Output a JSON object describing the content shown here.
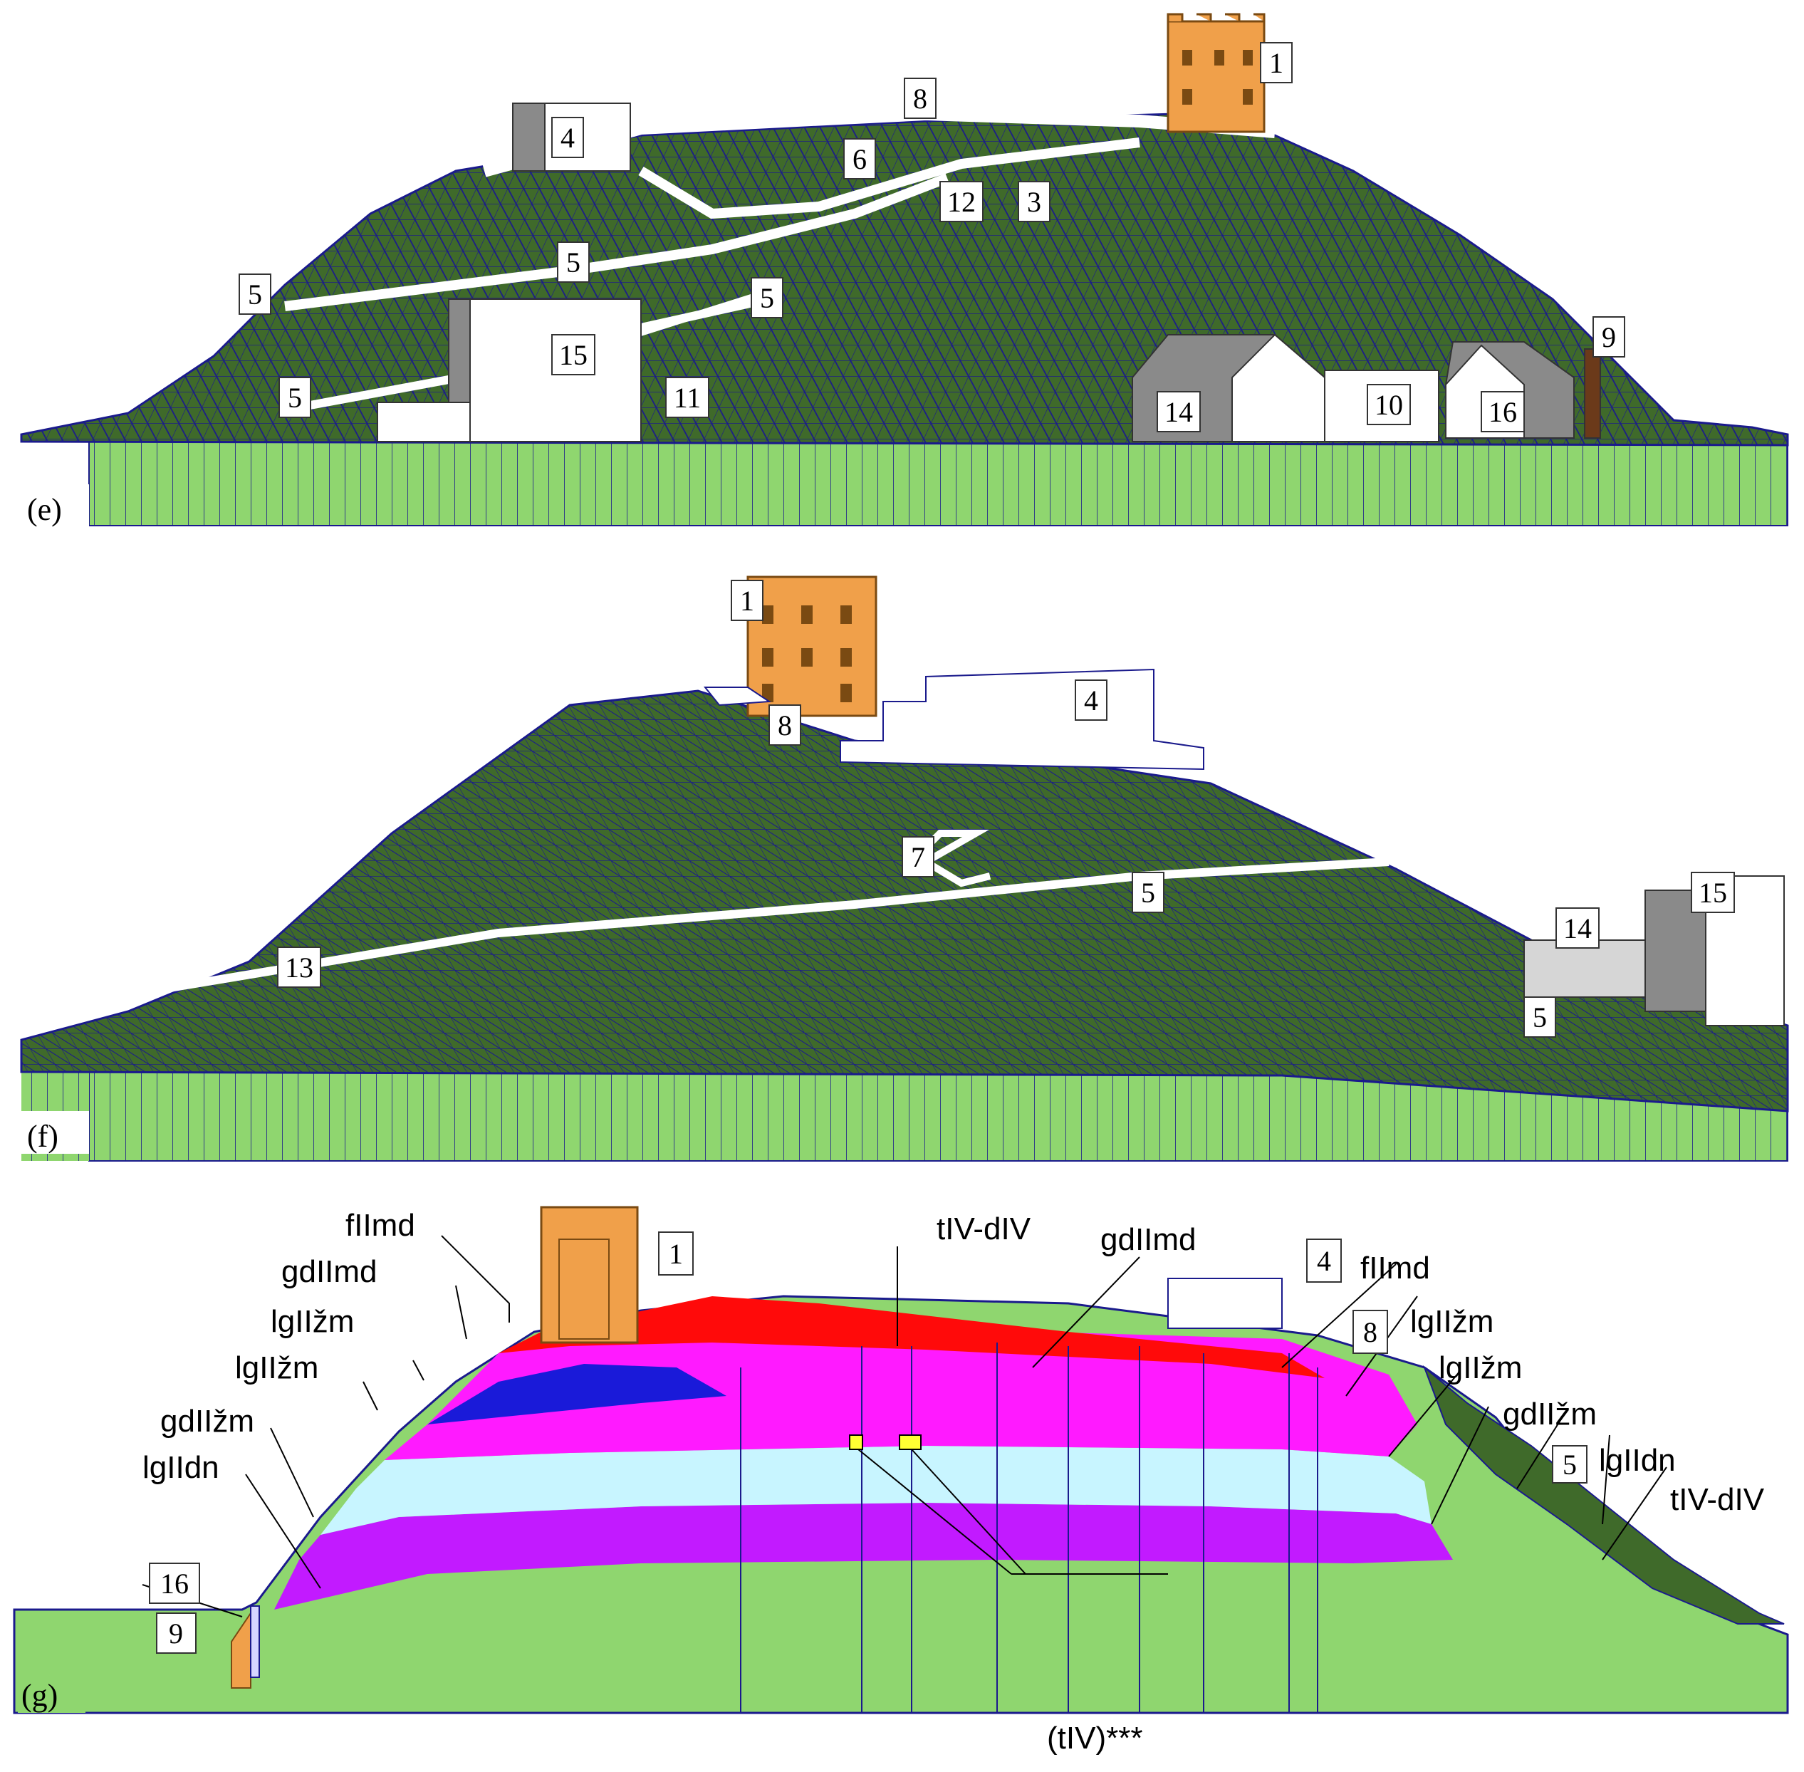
{
  "panels": {
    "e": {
      "label": "(e)",
      "markers": [
        "1",
        "8",
        "4",
        "6",
        "12",
        "3",
        "5",
        "5",
        "5",
        "5",
        "15",
        "11",
        "14",
        "10",
        "16",
        "9"
      ]
    },
    "f": {
      "label": "(f)",
      "markers": [
        "1",
        "8",
        "4",
        "7",
        "5",
        "13",
        "14",
        "15",
        "5"
      ]
    },
    "g": {
      "label": "(g)",
      "markers": [
        "1",
        "4",
        "8",
        "5",
        "16",
        "9"
      ],
      "layers": {
        "fIImd_left": "fIImd",
        "tIV_dIV_top": "tIV-dIV",
        "gdIImd_right": "gdIImd",
        "gdIImd_left": "gdIImd",
        "fIImd_right": "fIImd",
        "lgIIzm_left1": "lgIIžm",
        "lgIIzm_right1": "lgIIžm",
        "lgIIzm_left2": "lgIIžm",
        "lgIIzm_right2": "lgIIžm",
        "gdIIzm_left": "gdIIžm",
        "gdIIzm_right": "gdIIžm",
        "lgIIdn_left": "lgIIdn",
        "lgIIdn_right": "lgIIdn",
        "tIV_dIV_right": "tIV-dIV",
        "tIV_bottom": "(tIV)***"
      }
    }
  },
  "colors": {
    "ground": "#8fd66f",
    "hill": "#3f6a2a",
    "mesh": "#1a1a8c",
    "tower": "#f0a04a",
    "red": "#ff0a0a",
    "magenta": "#ff1aff",
    "blue": "#1a1ad9",
    "lightblue": "#c8f5ff",
    "purple": "#c21aff",
    "gray": "#8a8a8a",
    "yellow": "#ffff33"
  }
}
